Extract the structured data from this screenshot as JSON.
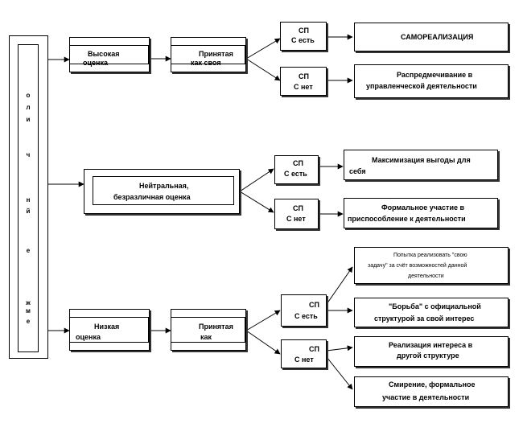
{
  "diagram": {
    "vertical_letters": [
      "о",
      "л",
      "и",
      "ч",
      "н",
      "й",
      "е",
      "ж",
      "м",
      "е"
    ],
    "high": {
      "eval_line1": "Высокая",
      "eval_line2": "оценка",
      "accept_line1": "Принятая",
      "accept_line2": "как своя",
      "sp_yes": {
        "abbr": "СП",
        "label": "С есть"
      },
      "sp_no": {
        "abbr": "СП",
        "label": "С нет"
      },
      "outcome_yes": "САМОРЕАЛИЗАЦИЯ",
      "outcome_no_line1": "Распредмечивание в",
      "outcome_no_line2": "управленческой деятельности"
    },
    "neutral": {
      "eval_line1": "Нейтральная,",
      "eval_line2": "безразличная оценка",
      "sp_yes": {
        "abbr": "СП",
        "label": "С есть"
      },
      "sp_no": {
        "abbr": "СП",
        "label": "С нет"
      },
      "outcome_yes_line1": "Максимизация выгоды для",
      "outcome_yes_line2": "себя",
      "outcome_no_line1": "Формальное участие в",
      "outcome_no_line2": "приспособление к деятельности"
    },
    "low": {
      "eval_line1": "Низкая",
      "eval_line2": "оценка",
      "accept_line1": "Принятая",
      "accept_line2": "как",
      "sp_yes": {
        "abbr": "СП",
        "label": "С есть"
      },
      "sp_no": {
        "abbr": "СП",
        "label": "С нет"
      },
      "outcome_1_line1": "Попытка реализовать \"свою",
      "outcome_1_line2": "задачу\" за счёт возможностей данной",
      "outcome_1_line3": "деятельности",
      "outcome_2_line1": "\"Борьба\" с официальной",
      "outcome_2_line2": "структурой за свой интерес",
      "outcome_3_line1": "Реализация интереса в",
      "outcome_3_line2": "другой структуре",
      "outcome_4_line1": "Смирение, формальное",
      "outcome_4_line2": "участие в деятельности"
    }
  }
}
